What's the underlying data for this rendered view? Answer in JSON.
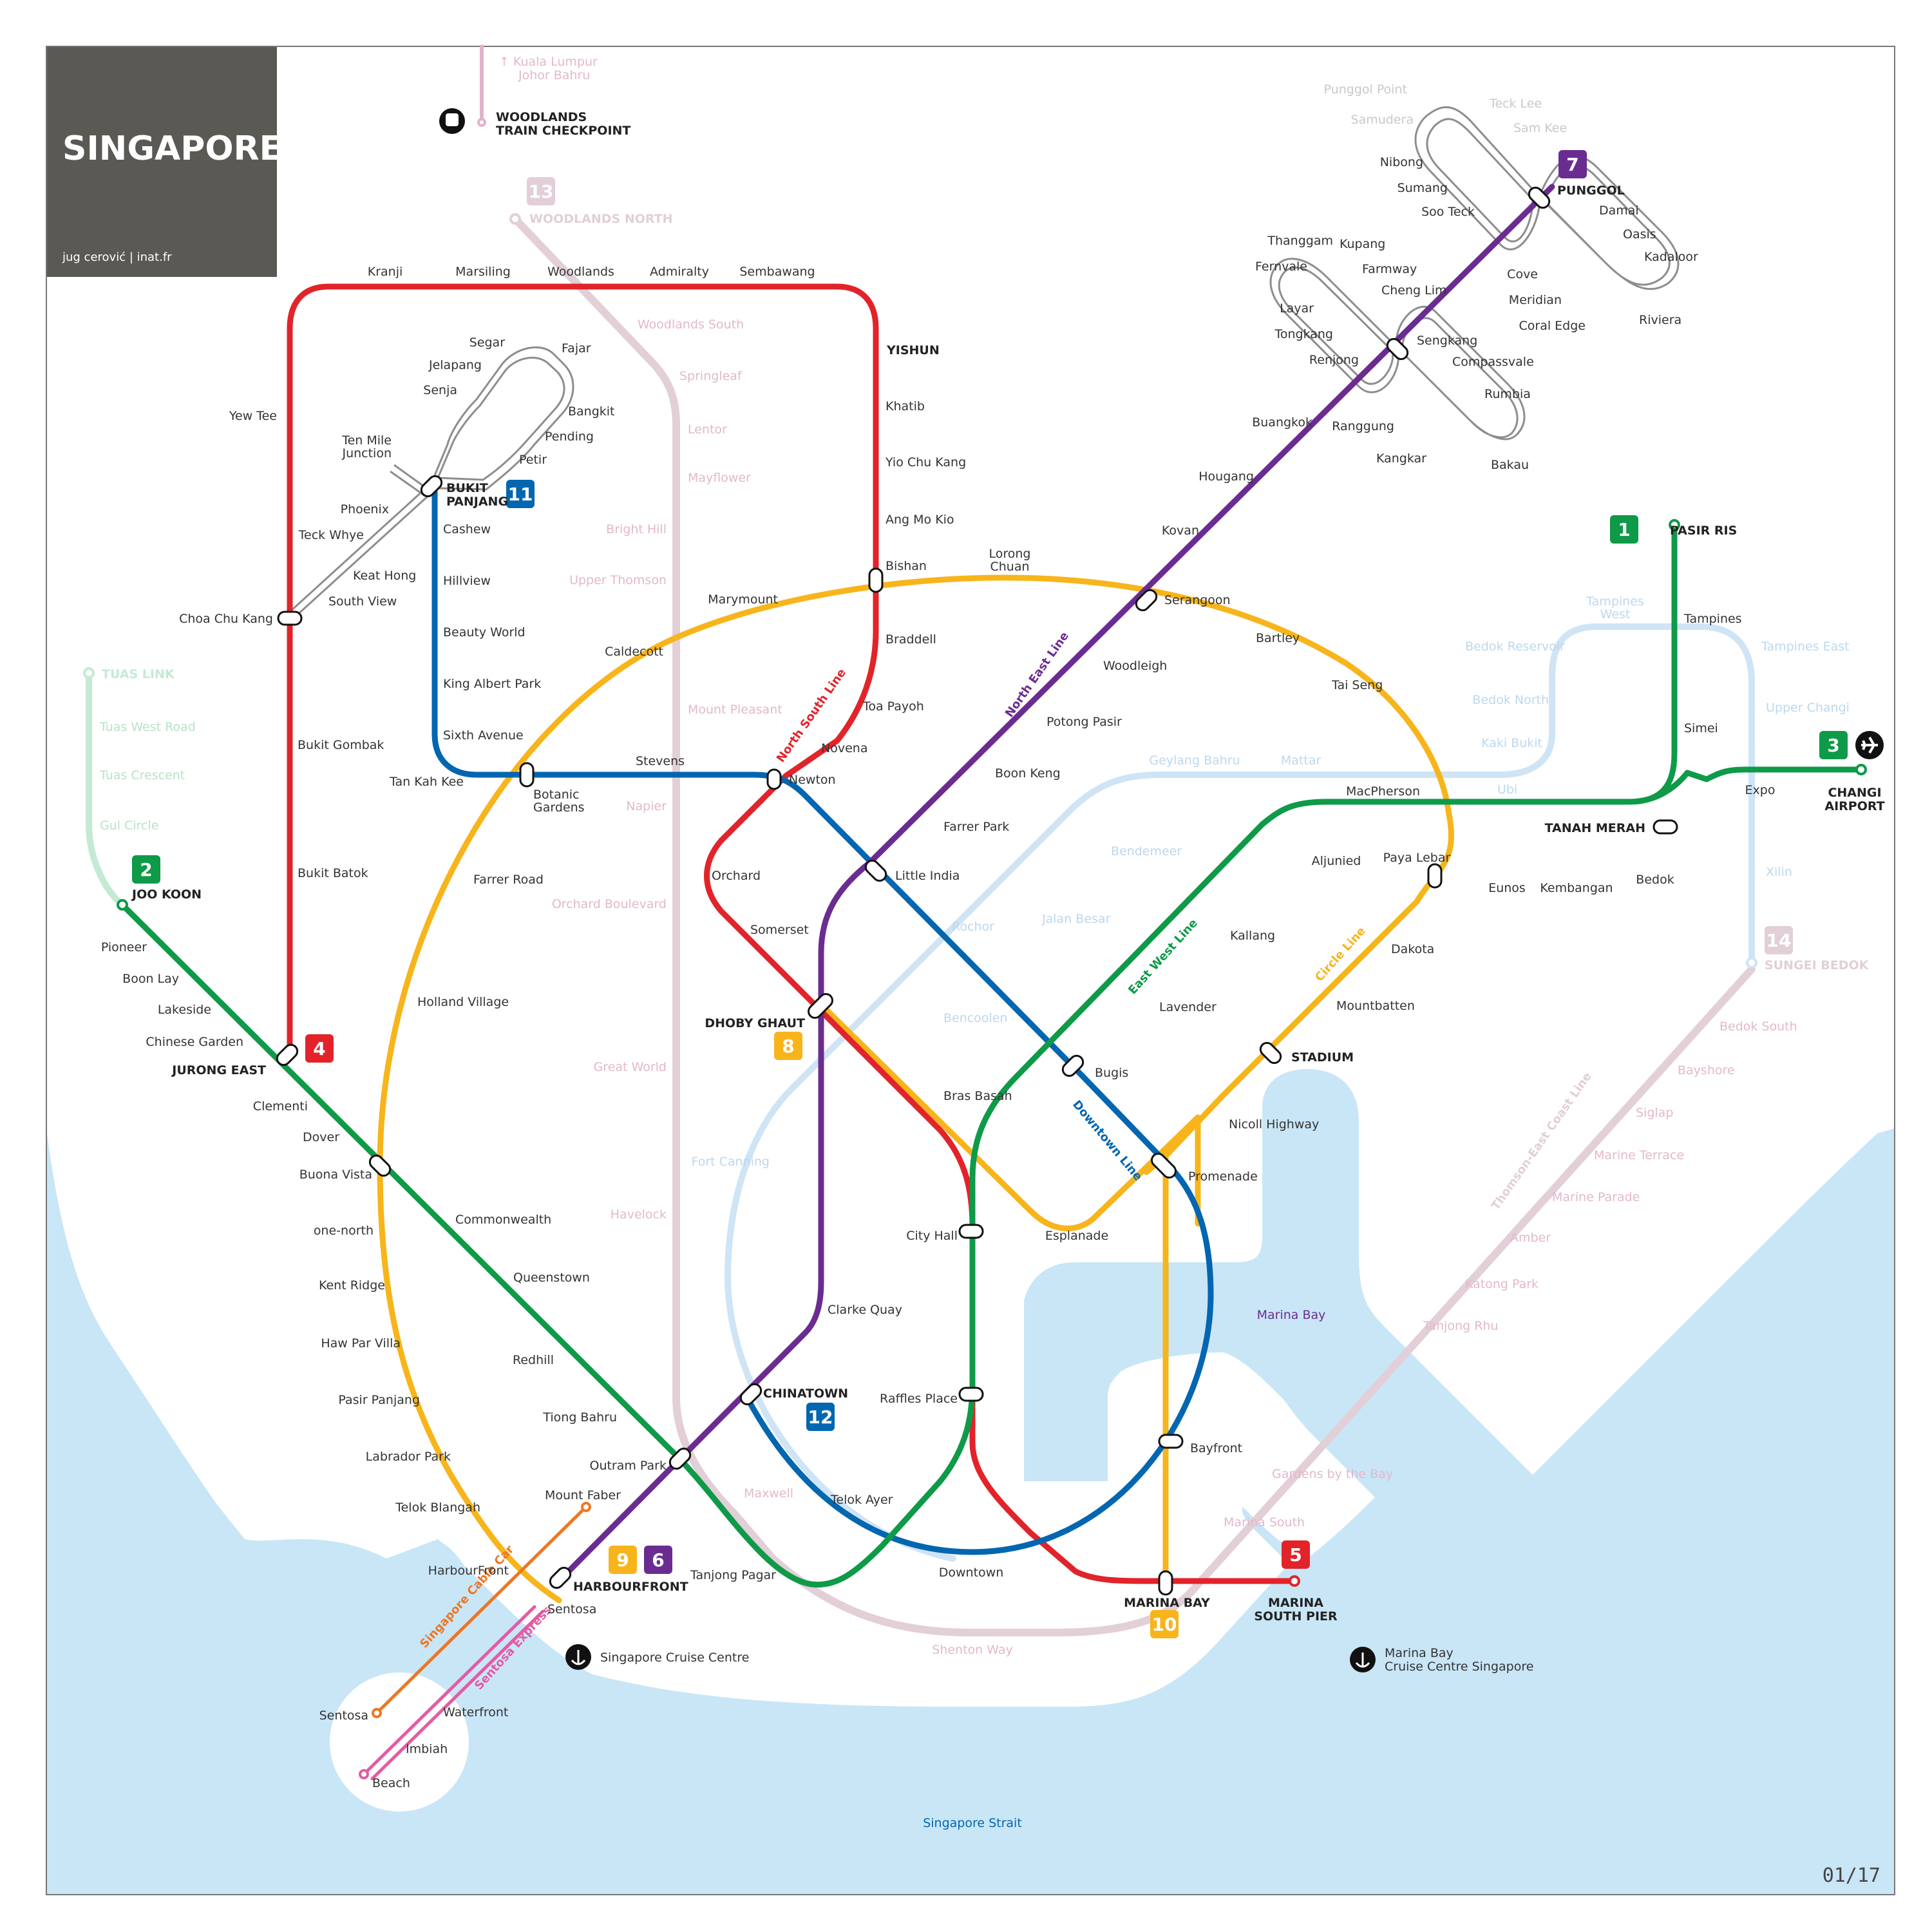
{
  "title": "SINGAPORE",
  "credit": "jug cerović | inat.fr",
  "page_number": "01/17",
  "water_label": "Singapore Strait",
  "marina_bay_label": "Marina Bay",
  "colors": {
    "ew_green": "#0e9a48",
    "ns_red": "#e2232a",
    "ne_purple": "#6b2c91",
    "circle_yellow": "#f7b51b",
    "dt_blue": "#0266b0",
    "lrt_grey": "#8d8d8d",
    "te_pink": "#e2cfd8",
    "water": "#c9e6f7",
    "future_blue": "#cfe4f5",
    "cable_orange": "#ee7623",
    "sentosa_pink": "#e45ba3"
  },
  "lines": {
    "ns": "North South Line",
    "ne": "North East Line",
    "ew": "East West Line",
    "cc": "Circle Line",
    "dt": "Downtown Line",
    "te": "Thomson-East Coast Line",
    "cable": "Singapore Cable Car",
    "express": "Sentosa Express"
  },
  "badges": {
    "b1": "1",
    "b2": "2",
    "b3": "3",
    "b4": "4",
    "b5": "5",
    "b6": "6",
    "b7": "7",
    "b8": "8",
    "b9": "9",
    "b10": "10",
    "b11": "11",
    "b12": "12",
    "b13": "13",
    "b14": "14"
  },
  "terminals": {
    "pasir_ris": "PASIR RIS",
    "joo_koon": "JOO KOON",
    "changi": "CHANGI",
    "airport": "AIRPORT",
    "jurong_east": "JURONG EAST",
    "marina_south_pier_1": "MARINA",
    "marina_south_pier_2": "SOUTH PIER",
    "harbourfront": "HARBOURFRONT",
    "punggol": "PUNGGOL",
    "dhoby": "DHOBY GHAUT",
    "marina_bay": "MARINA BAY",
    "bukit_panjang_1": "BUKIT",
    "bukit_panjang_2": "PANJANG",
    "chinatown": "CHINATOWN",
    "tanah_merah": "TANAH MERAH",
    "yishun": "YISHUN",
    "stadium": "STADIUM",
    "woodlands_north": "WOODLANDS NORTH",
    "sungei_bedok": "SUNGEI BEDOK",
    "tuas_link": "TUAS LINK",
    "woodlands_checkpoint_1": "WOODLANDS",
    "woodlands_checkpoint_2": "TRAIN CHECKPOINT",
    "kl_1": "↑ Kuala Lumpur",
    "kl_2": "Johor Bahru"
  },
  "stations": {
    "kranji": "Kranji",
    "marsiling": "Marsiling",
    "woodlands": "Woodlands",
    "admiralty": "Admiralty",
    "sembawang": "Sembawang",
    "khatib": "Khatib",
    "yio_chu_kang": "Yio Chu Kang",
    "ang_mo_kio": "Ang Mo Kio",
    "bishan": "Bishan",
    "braddell": "Braddell",
    "toa_payoh": "Toa Payoh",
    "novena": "Novena",
    "newton": "Newton",
    "orchard": "Orchard",
    "somerset": "Somerset",
    "city_hall": "City Hall",
    "raffles_place": "Raffles Place",
    "yew_tee": "Yew Tee",
    "choa_chu_kang": "Choa Chu Kang",
    "bukit_gombak": "Bukit Gombak",
    "bukit_batok": "Bukit Batok",
    "pioneer": "Pioneer",
    "boon_lay": "Boon Lay",
    "lakeside": "Lakeside",
    "chinese_garden": "Chinese Garden",
    "clementi": "Clementi",
    "dover": "Dover",
    "buona_vista": "Buona Vista",
    "commonwealth": "Commonwealth",
    "queenstown": "Queenstown",
    "redhill": "Redhill",
    "tiong_bahru": "Tiong Bahru",
    "outram_park": "Outram Park",
    "tanjong_pagar": "Tanjong Pagar",
    "bugis": "Bugis",
    "lavender": "Lavender",
    "kallang": "Kallang",
    "aljunied": "Aljunied",
    "paya_lebar": "Paya Lebar",
    "eunos": "Eunos",
    "kembangan": "Kembangan",
    "bedok": "Bedok",
    "simei": "Simei",
    "tampines": "Tampines",
    "expo": "Expo",
    "serangoon": "Serangoon",
    "kovan": "Kovan",
    "hougang": "Hougang",
    "buangkok": "Buangkok",
    "sengkang": "Sengkang",
    "woodleigh": "Woodleigh",
    "potong_pasir": "Potong Pasir",
    "boon_keng": "Boon Keng",
    "farrer_park": "Farrer Park",
    "little_india": "Little India",
    "clarke_quay": "Clarke Quay",
    "marymount": "Marymount",
    "lorong_chuan_1": "Lorong",
    "lorong_chuan_2": "Chuan",
    "bartley": "Bartley",
    "tai_seng": "Tai Seng",
    "macpherson": "MacPherson",
    "dakota": "Dakota",
    "mountbatten": "Mountbatten",
    "nicoll_highway": "Nicoll Highway",
    "promenade": "Promenade",
    "esplanade": "Esplanade",
    "bras_basah": "Bras Basah",
    "bayfront": "Bayfront",
    "caldecott": "Caldecott",
    "botanic_1": "Botanic",
    "botanic_2": "Gardens",
    "farrer_road": "Farrer Road",
    "holland_village": "Holland Village",
    "one_north": "one-north",
    "kent_ridge": "Kent Ridge",
    "haw_par_villa": "Haw Par Villa",
    "pasir_panjang": "Pasir Panjang",
    "labrador_park": "Labrador Park",
    "telok_blangah": "Telok Blangah",
    "cashew": "Cashew",
    "hillview": "Hillview",
    "beauty_world": "Beauty World",
    "king_albert_park": "King Albert Park",
    "sixth_avenue": "Sixth Avenue",
    "tan_kah_kee": "Tan Kah Kee",
    "stevens": "Stevens",
    "downtown": "Downtown",
    "telok_ayer": "Telok Ayer",
    "phoenix": "Phoenix",
    "teck_whye": "Teck Whye",
    "keat_hong": "Keat Hong",
    "south_view": "South View",
    "ten_mile_1": "Ten Mile",
    "ten_mile_2": "Junction",
    "senja": "Senja",
    "jelapang": "Jelapang",
    "segar": "Segar",
    "fajar": "Fajar",
    "bangkit": "Bangkit",
    "pending": "Pending",
    "petir": "Petir",
    "punggol_point": "Punggol Point",
    "samudera": "Samudera",
    "teck_lee": "Teck Lee",
    "sam_kee": "Sam Kee",
    "nibong": "Nibong",
    "sumang": "Sumang",
    "soo_teck": "Soo Teck",
    "damai": "Damai",
    "oasis": "Oasis",
    "kadaloor": "Kadaloor",
    "cove": "Cove",
    "meridian": "Meridian",
    "coral_edge": "Coral Edge",
    "riviera": "Riviera",
    "thanggam": "Thanggam",
    "kupang": "Kupang",
    "fernvale": "Fernvale",
    "farmway": "Farmway",
    "cheng_lim": "Cheng Lim",
    "layar": "Layar",
    "tongkang": "Tongkang",
    "renjong": "Renjong",
    "compassvale": "Compassvale",
    "rumbia": "Rumbia",
    "ranggung": "Ranggung",
    "kangkar": "Kangkar",
    "bakau": "Bakau",
    "mount_faber": "Mount Faber",
    "harbourfront_small": "HarbourFront",
    "sentosa": "Sentosa",
    "sentosa_island": "Sentosa",
    "waterfront": "Waterfront",
    "imbiah": "Imbiah",
    "beach": "Beach",
    "cruise_centre": "Singapore Cruise Centre",
    "mbcc_1": "Marina Bay",
    "mbcc_2": "Cruise Centre Singapore"
  },
  "future": {
    "woodlands_south": "Woodlands South",
    "springleaf": "Springleaf",
    "lentor": "Lentor",
    "mayflower": "Mayflower",
    "bright_hill": "Bright Hill",
    "upper_thomson": "Upper Thomson",
    "mount_pleasant": "Mount Pleasant",
    "napier": "Napier",
    "orchard_boulevard": "Orchard Boulevard",
    "great_world": "Great World",
    "havelock": "Havelock",
    "maxwell": "Maxwell",
    "shenton_way": "Shenton Way",
    "marina_south": "Marina South",
    "gardens_by_the_bay": "Gardens by the Bay",
    "tanjong_rhu": "Tanjong Rhu",
    "katong_park": "Katong Park",
    "amber": "Amber",
    "marine_parade": "Marine Parade",
    "marine_terrace": "Marine Terrace",
    "siglap": "Siglap",
    "bayshore": "Bayshore",
    "bedok_south": "Bedok South",
    "tuas_west_road": "Tuas West Road",
    "tuas_crescent": "Tuas Crescent",
    "gul_circle": "Gul Circle",
    "tampines_west_1": "Tampines",
    "tampines_west_2": "West",
    "tampines_east": "Tampines East",
    "upper_changi": "Upper Changi",
    "xilin": "Xilin",
    "bedok_reservoir": "Bedok Reservoir",
    "bedok_north": "Bedok North",
    "kaki_bukit": "Kaki Bukit",
    "ubi": "Ubi",
    "mattar": "Mattar",
    "geylang_bahru": "Geylang Bahru",
    "bendemeer": "Bendemeer",
    "jalan_besar": "Jalan Besar",
    "rochor": "Rochor",
    "bencoolen": "Bencoolen",
    "fort_canning": "Fort Canning"
  }
}
